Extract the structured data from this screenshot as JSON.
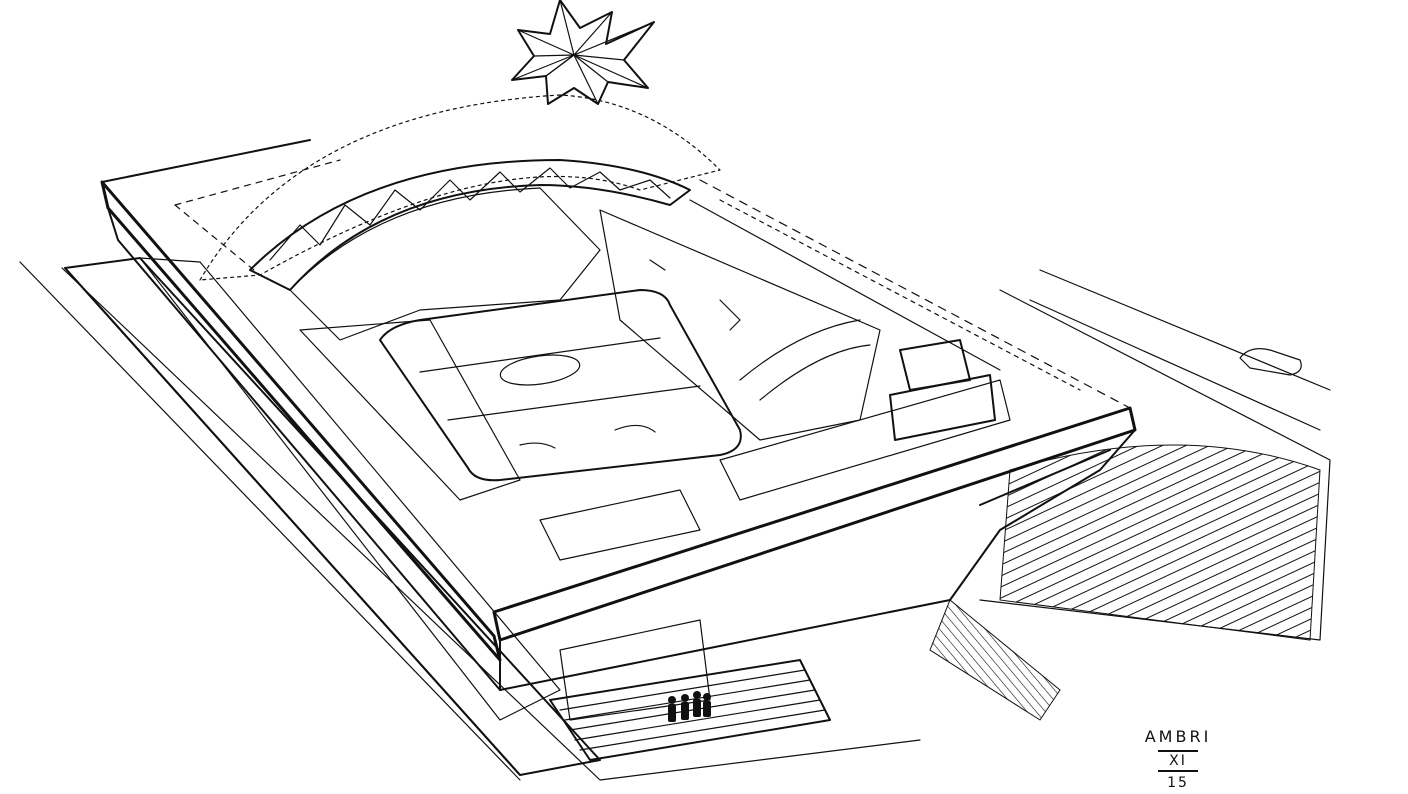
{
  "drawing": {
    "subject": "ink-sketch-stadium",
    "ink_color": "#111111",
    "paper_color": "#ffffff",
    "annotation": {
      "place": "AMBRI",
      "month": "XI",
      "year": "15"
    }
  }
}
